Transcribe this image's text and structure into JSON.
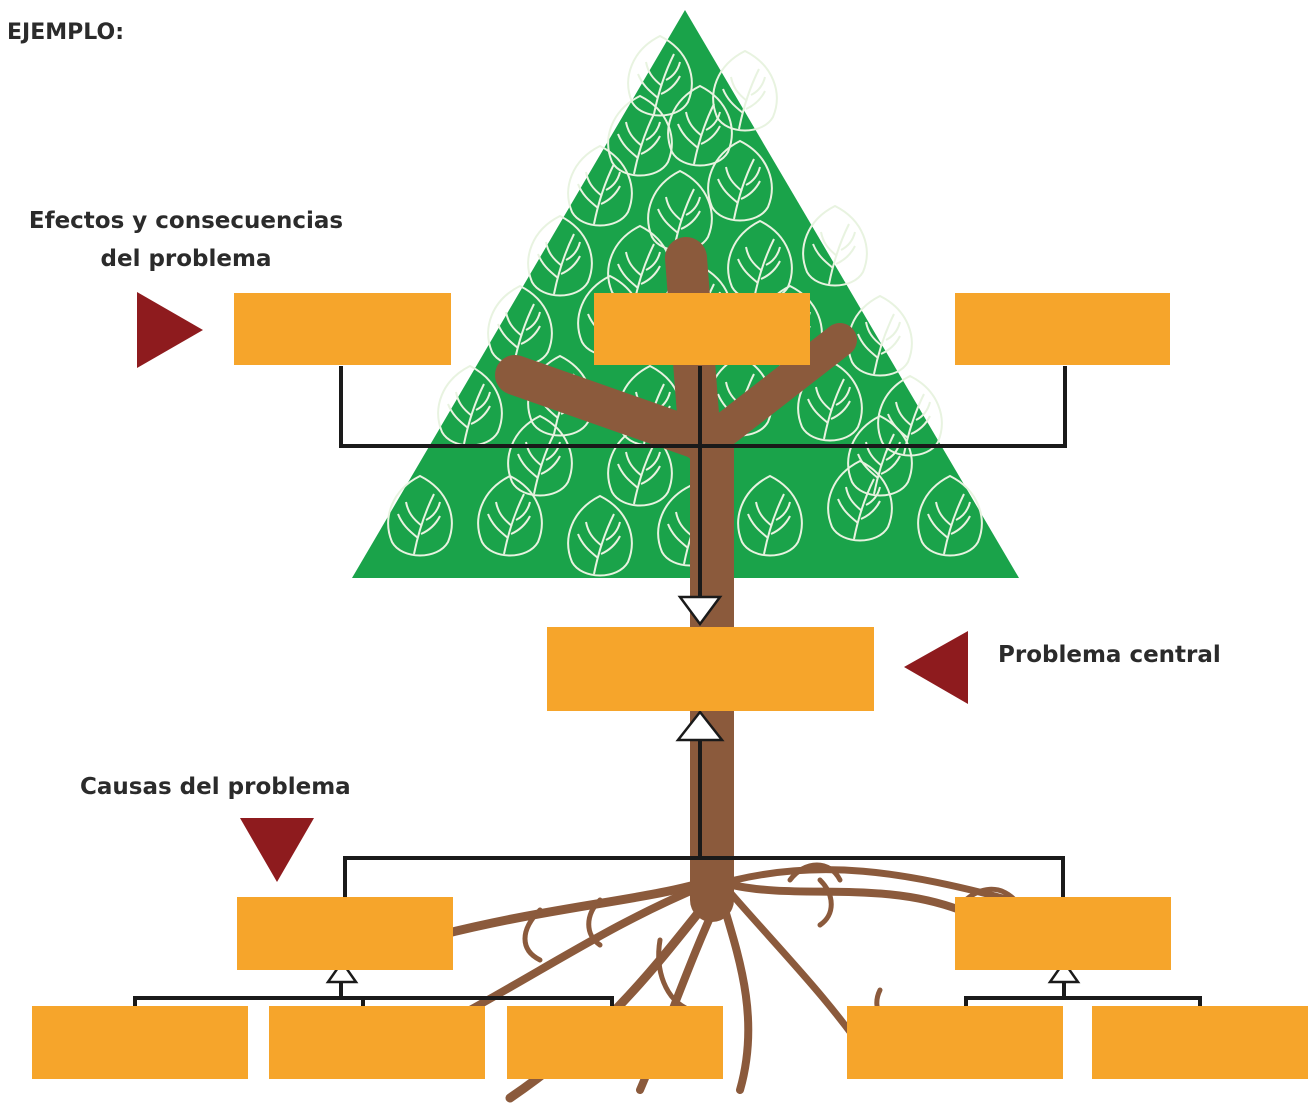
{
  "header": {
    "label": "EJEMPLO:"
  },
  "labels": {
    "effects_line1": "Efectos y consecuencias",
    "effects_line2": "del problema",
    "central": "Problema central",
    "causes": "Causas del problema"
  },
  "colors": {
    "box": "#f6a52b",
    "pointer": "#8e1b1e",
    "tree_canopy": "#1aa34a",
    "trunk": "#8b5a3c",
    "connector": "#1a1a1a",
    "leaf_outline": "#e8f3e0"
  },
  "boxes": {
    "effects": [
      "",
      "",
      ""
    ],
    "central": "",
    "causes": [
      "",
      ""
    ],
    "sub_causes": [
      "",
      "",
      "",
      "",
      ""
    ]
  }
}
